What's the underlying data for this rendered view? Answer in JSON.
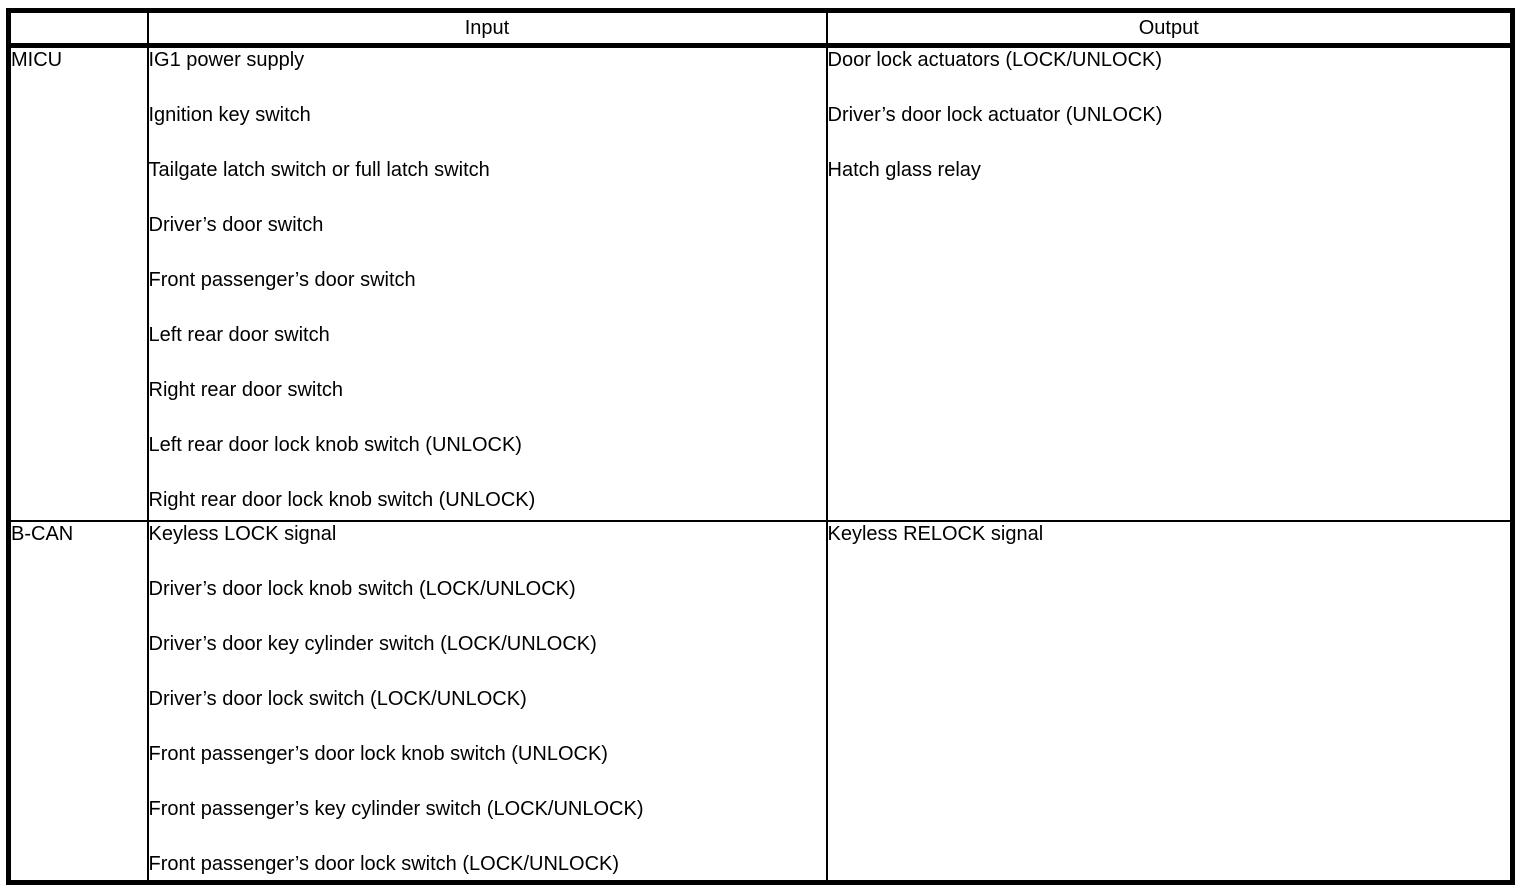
{
  "table": {
    "header": {
      "corner": "",
      "input": "Input",
      "output": "Output"
    },
    "rows": [
      {
        "label": "MICU",
        "inputs": [
          "IG1 power supply",
          "Ignition key switch",
          "Tailgate latch switch or full latch switch",
          "Driver’s door switch",
          "Front passenger’s door switch",
          "Left rear door switch",
          "Right rear door switch",
          "Left rear door lock knob switch (UNLOCK)",
          "Right rear door lock knob switch (UNLOCK)"
        ],
        "outputs": [
          "Door lock actuators (LOCK/UNLOCK)",
          "Driver’s door lock actuator (UNLOCK)",
          "Hatch glass relay"
        ]
      },
      {
        "label": "B-CAN",
        "inputs": [
          "Keyless LOCK signal",
          "Driver’s door lock knob switch (LOCK/UNLOCK)",
          "Driver’s door key cylinder switch (LOCK/UNLOCK)",
          "Driver’s door lock switch (LOCK/UNLOCK)",
          "Front passenger’s door lock knob switch (UNLOCK)",
          "Front passenger’s key cylinder switch (LOCK/UNLOCK)",
          "Front passenger’s door lock switch (LOCK/UNLOCK)"
        ],
        "outputs": [
          "Keyless RELOCK signal"
        ]
      }
    ],
    "colors": {
      "border": "#000000",
      "background": "#ffffff",
      "text": "#000000"
    }
  }
}
